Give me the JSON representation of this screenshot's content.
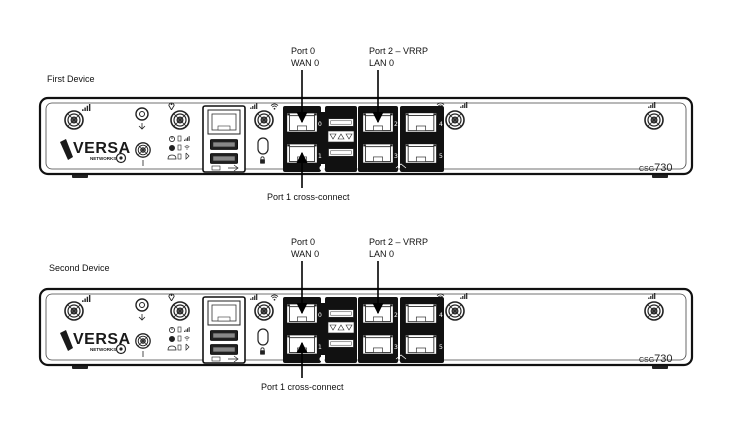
{
  "brand": {
    "name": "VERSA",
    "sub": "NETWORKS",
    "model_prefix": "CSG",
    "model_number": "730"
  },
  "devices": [
    {
      "title": "First Device",
      "callout_port0_line1": "Port 0",
      "callout_port0_line2": "WAN 0",
      "callout_port2_line1": "Port 2 – VRRP",
      "callout_port2_line2": "LAN 0",
      "callout_port1": "Port 1 cross-connect"
    },
    {
      "title": "Second Device",
      "callout_port0_line1": "Port 0",
      "callout_port0_line2": "WAN 0",
      "callout_port2_line1": "Port 2 – VRRP",
      "callout_port2_line2": "LAN 0",
      "callout_port1": "Port 1 cross-connect"
    }
  ],
  "port_numbers": [
    "0",
    "1",
    "2",
    "3",
    "4",
    "5"
  ],
  "icons": [
    "antenna-icon",
    "signal-bars-icon",
    "wifi-icon",
    "location-pin-icon",
    "usb-icon",
    "lock-icon",
    "power-icon",
    "bluetooth-icon",
    "cloud-icon",
    "arrow-icon"
  ]
}
